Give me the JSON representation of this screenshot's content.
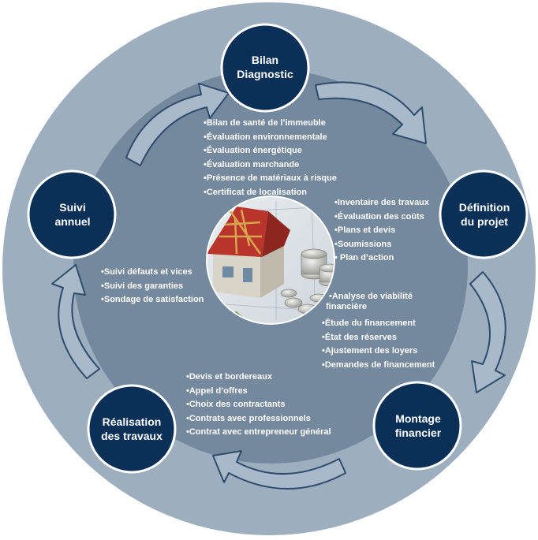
{
  "colors": {
    "outer_ring": "#9daebf",
    "inner_disc": "#74889e",
    "node_fill": "#0b3058",
    "node_stroke": "#ffffff",
    "arrow_fill": "#a9b9c9",
    "arrow_stroke": "#2e4d6e",
    "text": "#ffffff"
  },
  "nodes": {
    "bilan": "Bilan Diagnostic",
    "definition": "Définition du projet",
    "montage": "Montage financier",
    "realisation": "Réalisation des travaux",
    "suivi": "Suivi annuel"
  },
  "lists": {
    "bilan": [
      "•Bilan de santé de l’immeuble",
      "•Évaluation environnementale",
      "•Évaluation énergétique",
      "•Évaluation marchande",
      "•Présence de matériaux à risque",
      "•Certificat de localisation"
    ],
    "definition": [
      "•Inventaire des travaux",
      "•Évaluation des coûts",
      "•Plans et devis",
      "•Soumissions",
      "• Plan d’action"
    ],
    "montage_heading": [
      "•Analyse de viabilité",
      "financière"
    ],
    "montage": [
      "•Étude du financement",
      "•État des réserves",
      "•Ajustement des loyers",
      "•Demandes de financement"
    ],
    "realisation": [
      "•Devis et bordereaux",
      "•Appel d’offres",
      "•Choix des contractants",
      "•Contrats avec professionnels",
      "•Contrat avec entrepreneur général"
    ],
    "suivi": [
      "•Suivi défauts et vices",
      "•Suivi des garanties",
      "•Sondage de satisfaction"
    ]
  },
  "icons": {
    "center_image": "house-model-and-coins-photo",
    "arrows": "circular-curved-arrow"
  }
}
